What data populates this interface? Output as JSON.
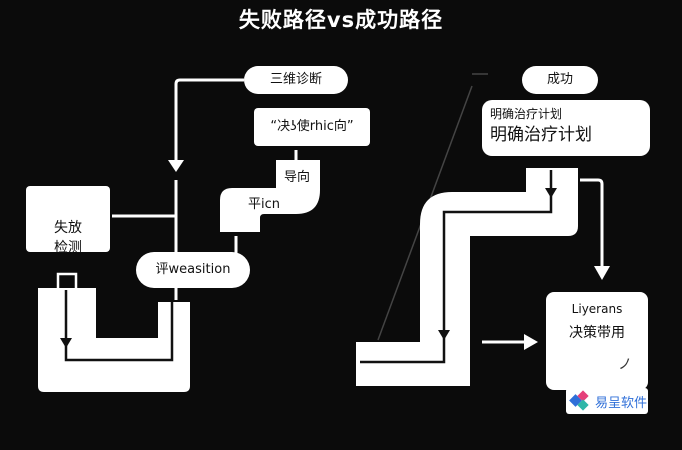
{
  "title": "失败路径vs成功路径",
  "failure": {
    "diagnosis_label": "三维诊断",
    "garbled_box_label": "“决ʖ使rhic向”",
    "guide_label": "导向",
    "pipe_label": "平icn",
    "failure_detect_label": "失放\n检测",
    "evaluation_label": "评weasition"
  },
  "success": {
    "success_label": "成功",
    "plan_small_label": "明确治疗计划",
    "plan_large_label": "明确治疗计划",
    "decision_en_label": "Liyerans",
    "decision_cn_label": "决策带用",
    "check_mark": "ノ"
  },
  "watermark": {
    "text": "易呈软件",
    "brand_colors": [
      "#2f6fd8",
      "#e5407a",
      "#2fb6a8",
      "#f3b93a"
    ]
  },
  "colors": {
    "background": "#0b0b0b",
    "foreground": "#ffffff",
    "ink": "#111111"
  }
}
